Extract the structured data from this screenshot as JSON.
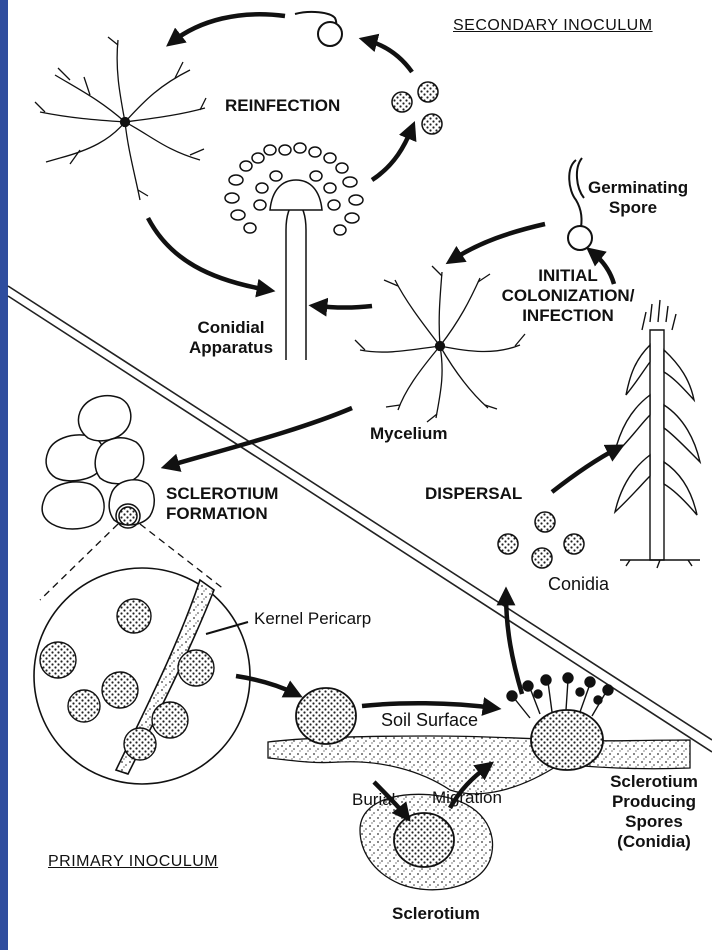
{
  "labels": {
    "secondary_inoculum": "SECONDARY INOCULUM",
    "reinfection": "REINFECTION",
    "germinating_line1": "Germinating",
    "germinating_line2": "Spore",
    "initial_line1": "INITIAL",
    "initial_line2": "COLONIZATION/",
    "initial_line3": "INFECTION",
    "conidial_line1": "Conidial",
    "conidial_line2": "Apparatus",
    "mycelium": "Mycelium",
    "dispersal": "DISPERSAL",
    "sclerotium_formation_line1": "SCLEROTIUM",
    "sclerotium_formation_line2": "FORMATION",
    "conidia": "Conidia",
    "kernel_pericarp": "Kernel Pericarp",
    "soil_surface": "Soil Surface",
    "burial": "Burial",
    "migration": "Migration",
    "producing_line1": "Sclerotium",
    "producing_line2": "Producing",
    "producing_line3": "Spores",
    "producing_line4": "(Conidia)",
    "primary_inoculum": "PRIMARY INOCULUM",
    "sclerotium": "Sclerotium"
  },
  "colors": {
    "background": "#3a55a6",
    "panel": "#ffffff",
    "ink": "#111111"
  },
  "icons": [
    "mycelium-icon",
    "germinating-spore-icon",
    "conidia-icon",
    "conidial-apparatus-icon",
    "corn-plant-icon",
    "kernel-icon",
    "sclerotium-icon"
  ]
}
